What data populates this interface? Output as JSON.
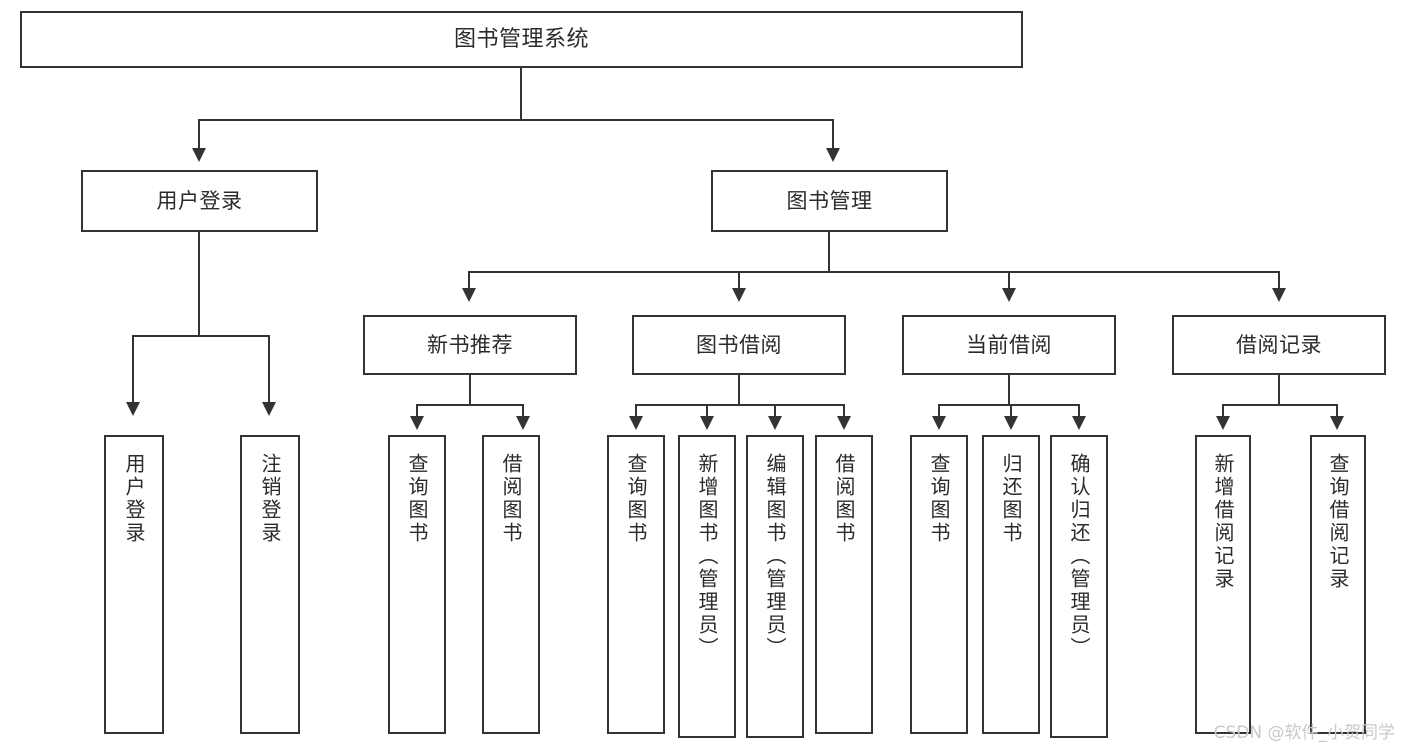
{
  "diagram": {
    "title": "图书管理系统",
    "type": "tree",
    "watermark": "CSDN @软件_小贺同学",
    "colors": {
      "stroke": "#333333",
      "fill": "#ffffff",
      "text": "#2b2b2b",
      "watermark": "#c9c9c9"
    },
    "levels": {
      "root": {
        "label": "图书管理系统"
      },
      "level2": [
        {
          "label": "用户登录"
        },
        {
          "label": "图书管理"
        }
      ],
      "level3": [
        {
          "label": "新书推荐"
        },
        {
          "label": "图书借阅"
        },
        {
          "label": "当前借阅"
        },
        {
          "label": "借阅记录"
        }
      ],
      "level4": {
        "user_login": [
          {
            "label": "用户登录"
          },
          {
            "label": "注销登录"
          }
        ],
        "new_book": [
          {
            "label": "查询图书"
          },
          {
            "label": "借阅图书"
          }
        ],
        "borrow_book": [
          {
            "label": "查询图书"
          },
          {
            "label": "新增图书（管理员）"
          },
          {
            "label": "编辑图书（管理员）"
          },
          {
            "label": "借阅图书"
          }
        ],
        "current_borrow": [
          {
            "label": "查询图书"
          },
          {
            "label": "归还图书"
          },
          {
            "label": "确认归还（管理员）"
          }
        ],
        "borrow_record": [
          {
            "label": "新增借阅记录"
          },
          {
            "label": "查询借阅记录"
          }
        ]
      }
    }
  }
}
